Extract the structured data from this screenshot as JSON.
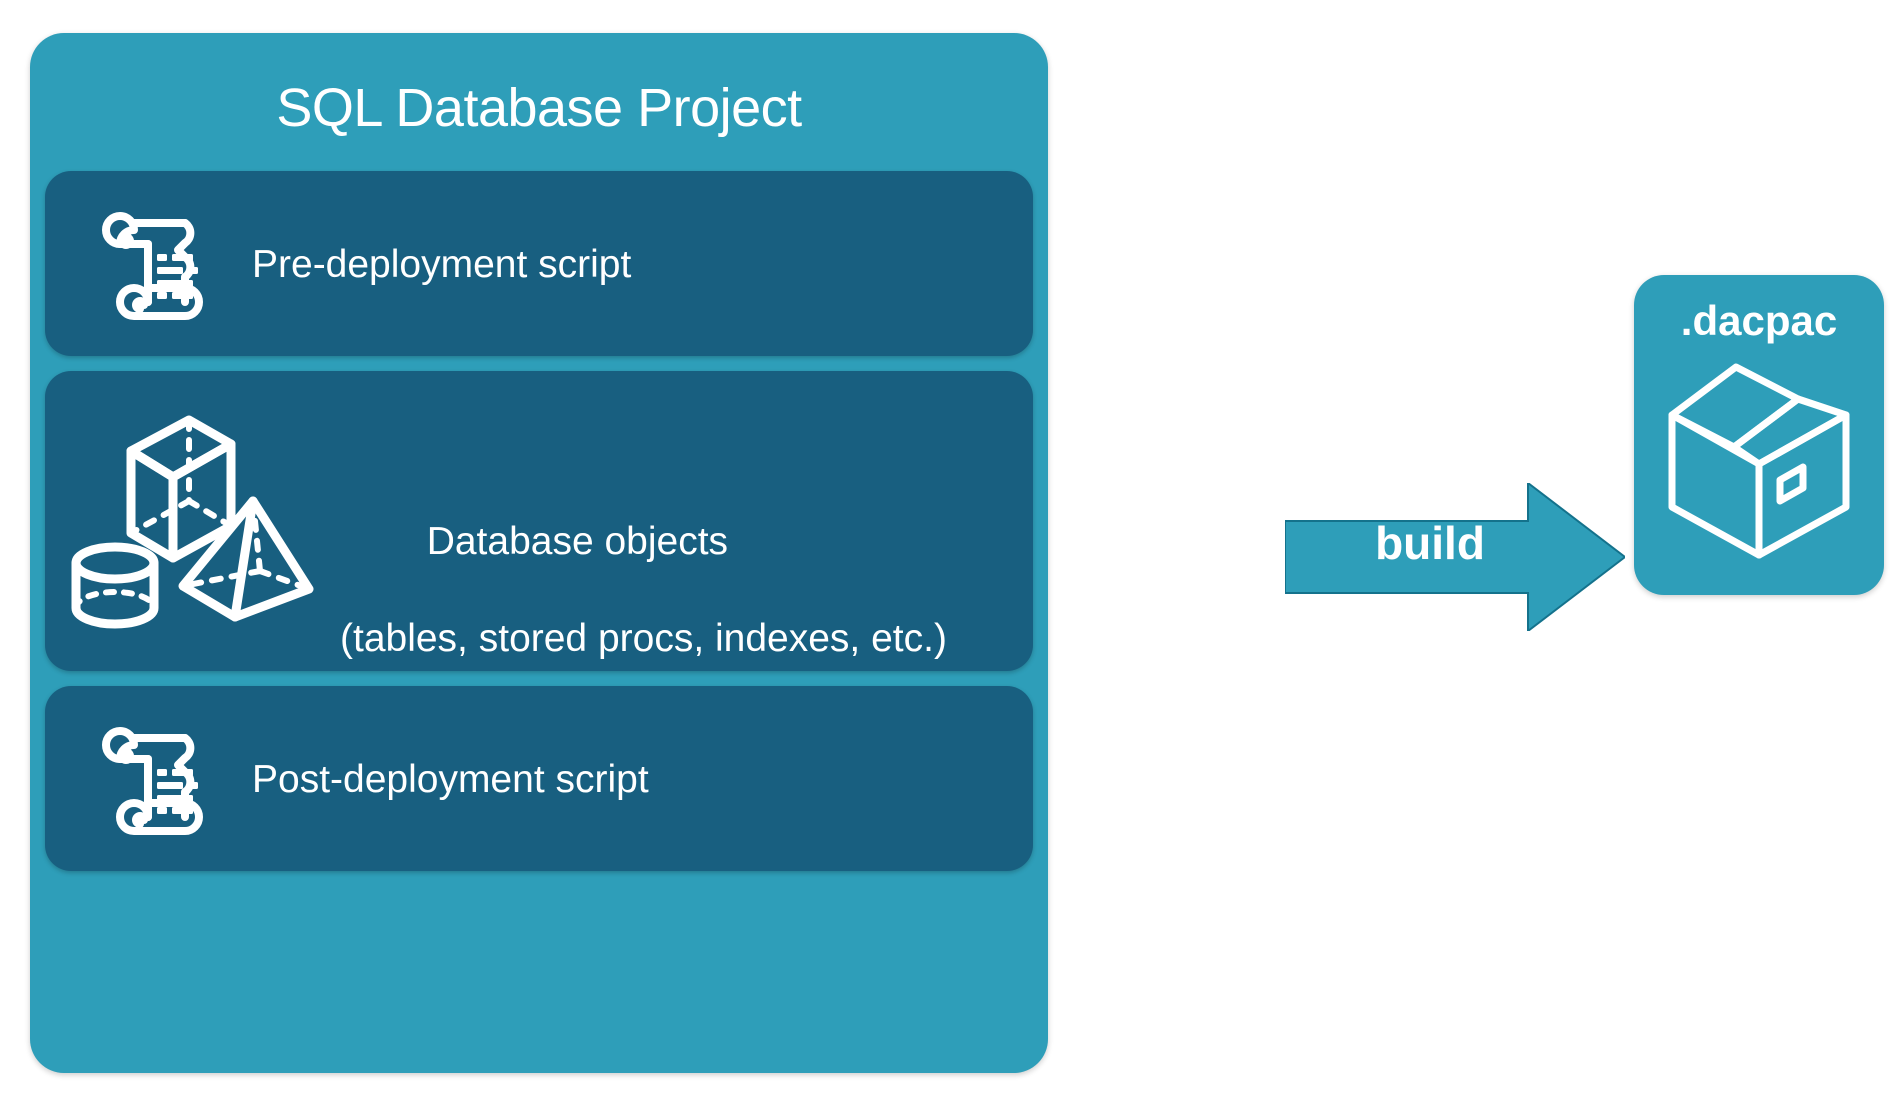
{
  "diagram": {
    "title": "SQL Database Project",
    "background_color": "#FFFFFF",
    "container_color": "#2E9EB9",
    "item_color": "#185F80",
    "text_color": "#FFFFFF"
  },
  "project": {
    "title": "SQL Database Project",
    "items": [
      {
        "id": "pre-deployment",
        "label": "Pre-deployment script",
        "icon": "scroll-icon"
      },
      {
        "id": "database-objects",
        "label_line1": "Database objects",
        "label_line2": "(tables, stored procs, indexes, etc.)",
        "icons": [
          "cube-icon",
          "pyramid-icon",
          "cylinder-icon"
        ]
      },
      {
        "id": "post-deployment",
        "label": "Post-deployment script",
        "icon": "scroll-icon"
      }
    ]
  },
  "arrow": {
    "label": "build",
    "icon": "right-arrow-icon",
    "color": "#2E9EB9"
  },
  "output": {
    "title": ".dacpac",
    "icon": "package-box-icon",
    "color": "#2E9EB9"
  }
}
